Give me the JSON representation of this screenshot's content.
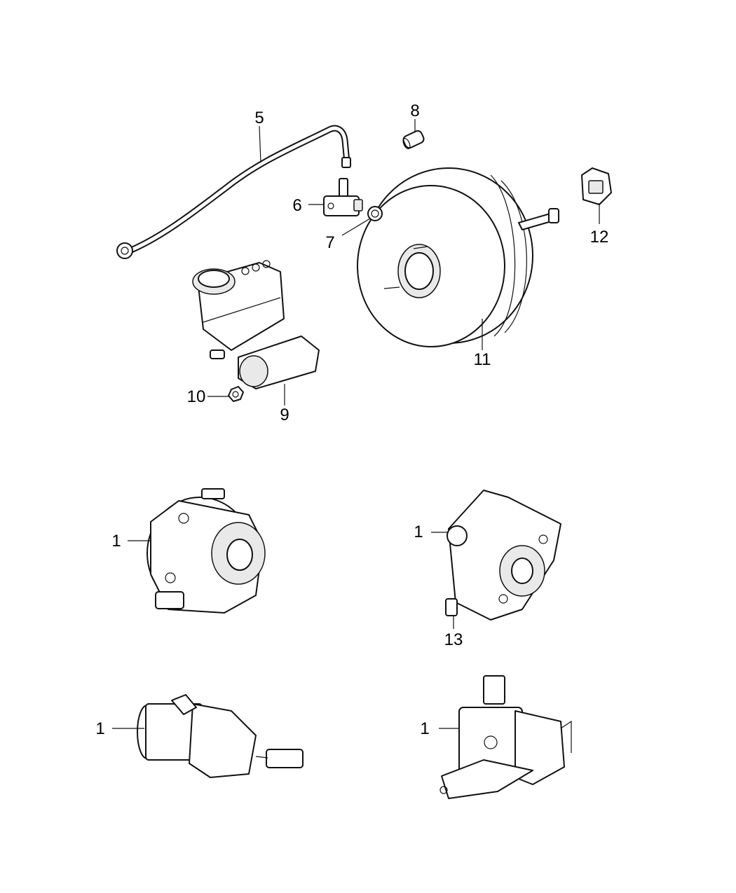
{
  "callouts": {
    "c1a": "1",
    "c1b": "1",
    "c1c": "1",
    "c1d": "1",
    "c5": "5",
    "c6": "6",
    "c7": "7",
    "c8": "8",
    "c9": "9",
    "c10": "10",
    "c11": "11",
    "c12": "12",
    "c13": "13"
  }
}
